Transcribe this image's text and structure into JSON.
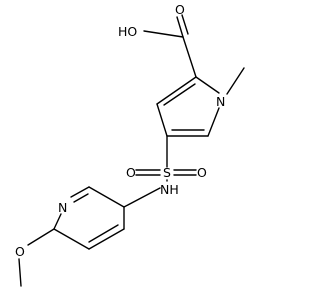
{
  "molecule": {
    "atom_labels": {
      "hydroxyl": "HO",
      "carbonyl_oxygen": "O",
      "pyrrole_nitrogen": "N",
      "sulfur": "S",
      "sulfonyl_oxygen_left": "O",
      "sulfonyl_oxygen_right": "O",
      "amine": "NH",
      "pyridine_nitrogen": "N",
      "methoxy_oxygen": "O"
    }
  }
}
